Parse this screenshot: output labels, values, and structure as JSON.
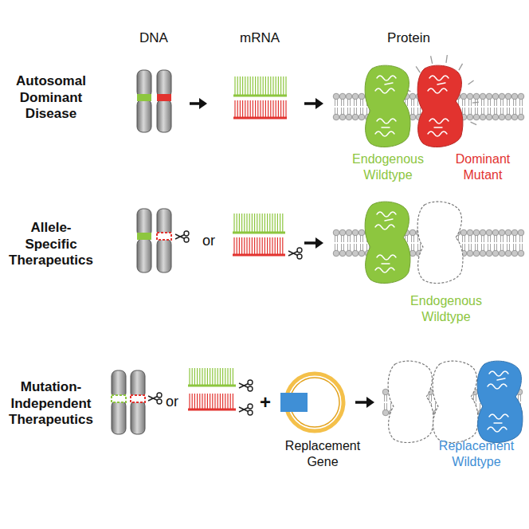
{
  "diagram": {
    "labels": [
      "DNA",
      "mRNA",
      "Protein",
      "Autosomal Dominant Disease",
      "Endogenous Wildtype",
      "Dominant Mutant",
      "Allele-Specific Therapeutics",
      "or",
      "Endogenous Wildtype",
      "Mutation-Independent Therapeutics",
      "or",
      "+",
      "Replacement Gene",
      "Replacement Wildtype"
    ]
  }
}
